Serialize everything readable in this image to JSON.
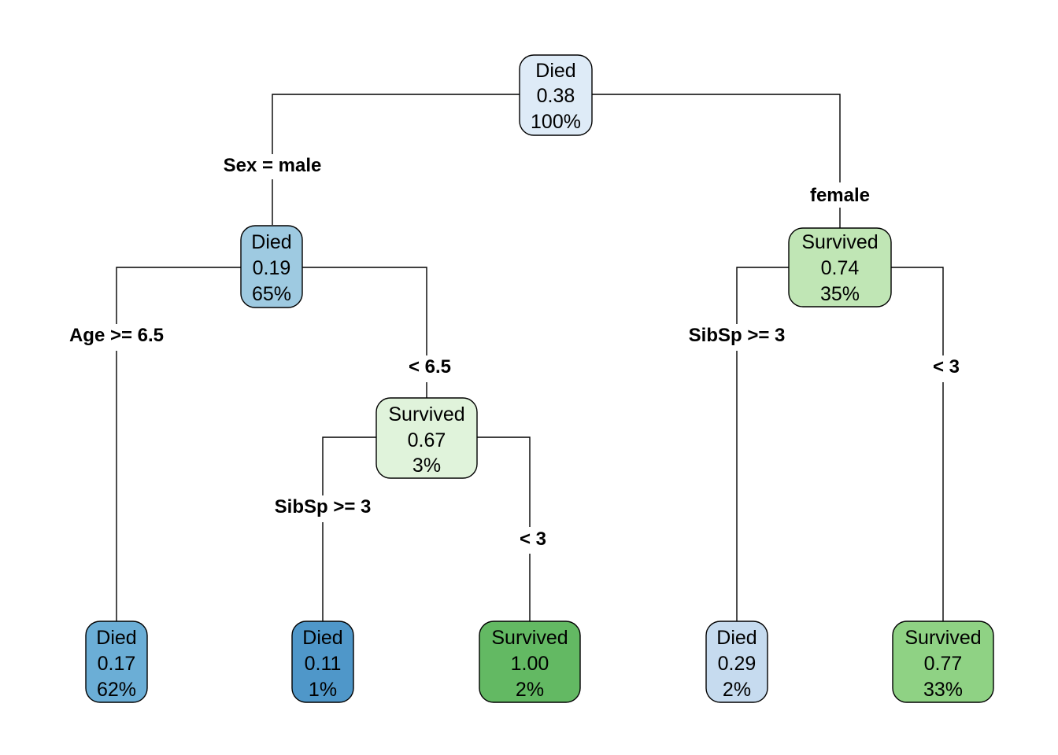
{
  "nodes": {
    "root": {
      "class": "Died",
      "prob": "0.38",
      "pct": "100%",
      "fill": "#deebf7"
    },
    "male": {
      "class": "Died",
      "prob": "0.19",
      "pct": "65%",
      "fill": "#9ecae1"
    },
    "female": {
      "class": "Survived",
      "prob": "0.74",
      "pct": "35%",
      "fill": "#c0e6b5"
    },
    "young_male": {
      "class": "Survived",
      "prob": "0.67",
      "pct": "3%",
      "fill": "#e0f3db"
    },
    "leaf_adult_male": {
      "class": "Died",
      "prob": "0.17",
      "pct": "62%",
      "fill": "#6baed6"
    },
    "leaf_young_male_sibsp_high": {
      "class": "Died",
      "prob": "0.11",
      "pct": "1%",
      "fill": "#4f97c9"
    },
    "leaf_young_male_sibsp_low": {
      "class": "Survived",
      "prob": "1.00",
      "pct": "2%",
      "fill": "#63b963"
    },
    "leaf_female_sibsp_high": {
      "class": "Died",
      "prob": "0.29",
      "pct": "2%",
      "fill": "#c6dbef"
    },
    "leaf_female_sibsp_low": {
      "class": "Survived",
      "prob": "0.77",
      "pct": "33%",
      "fill": "#8fd284"
    }
  },
  "splits": {
    "root_left": "Sex = male",
    "root_right": "female",
    "male_left": "Age >= 6.5",
    "male_right": "< 6.5",
    "young_left": "SibSp >= 3",
    "young_right": "< 3",
    "female_left": "SibSp >= 3",
    "female_right": "< 3"
  }
}
